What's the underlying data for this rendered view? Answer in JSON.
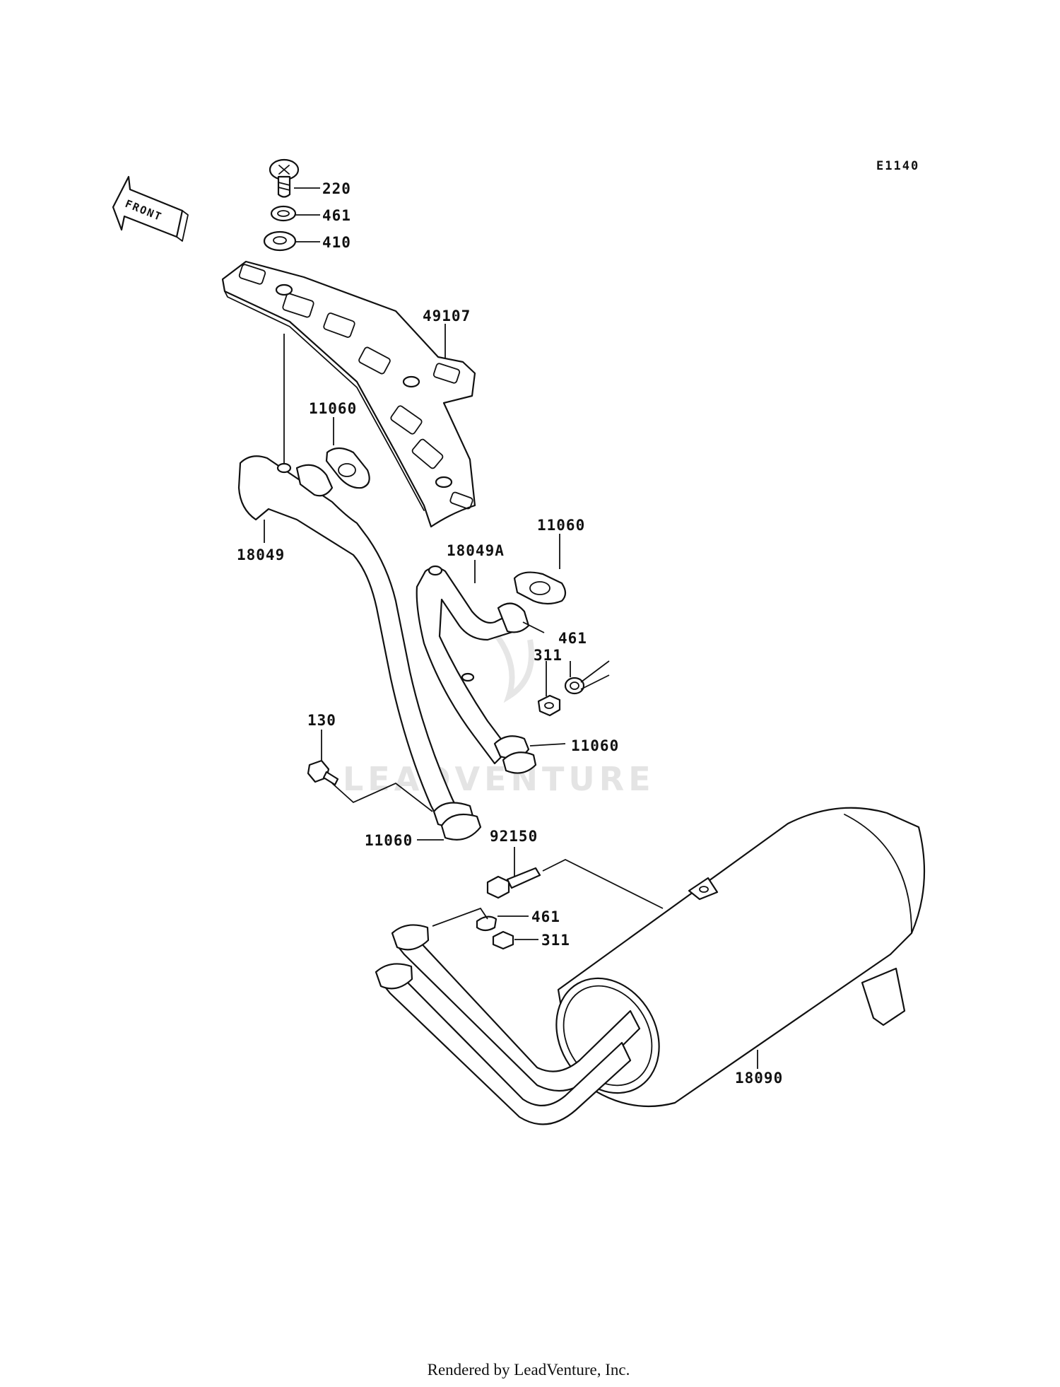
{
  "diagram_code": "E1140",
  "front_label": "FRONT",
  "watermark": "LEADVENTURE",
  "footer": "Rendered by LeadVenture, Inc.",
  "callouts": {
    "c220": "220",
    "c461_top": "461",
    "c410": "410",
    "c49107": "49107",
    "c11060_upper": "11060",
    "c18049": "18049",
    "c11060_right": "11060",
    "c18049A": "18049A",
    "c461_mid": "461",
    "c311_mid": "311",
    "c11060_mid": "11060",
    "c130": "130",
    "c11060_low": "11060",
    "c92150": "92150",
    "c461_low": "461",
    "c311_low": "311",
    "c18090": "18090"
  }
}
